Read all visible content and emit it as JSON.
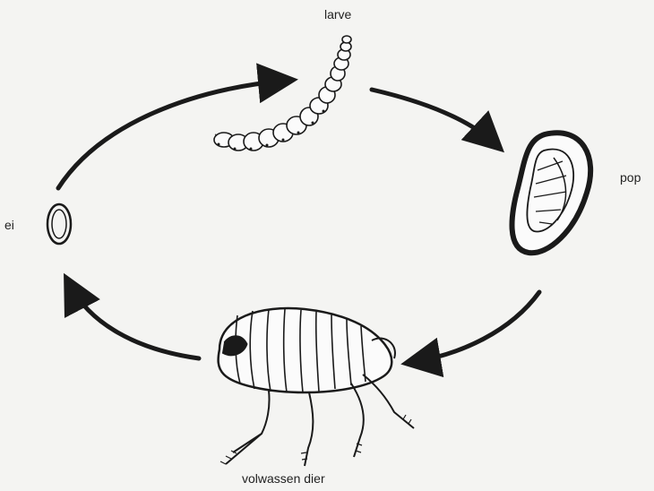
{
  "labels": {
    "larva": "larve",
    "pupa": "pop",
    "egg": "ei",
    "adult": "volwassen dier"
  },
  "colors": {
    "ink": "#1a1a1a",
    "background": "#f4f4f2"
  }
}
